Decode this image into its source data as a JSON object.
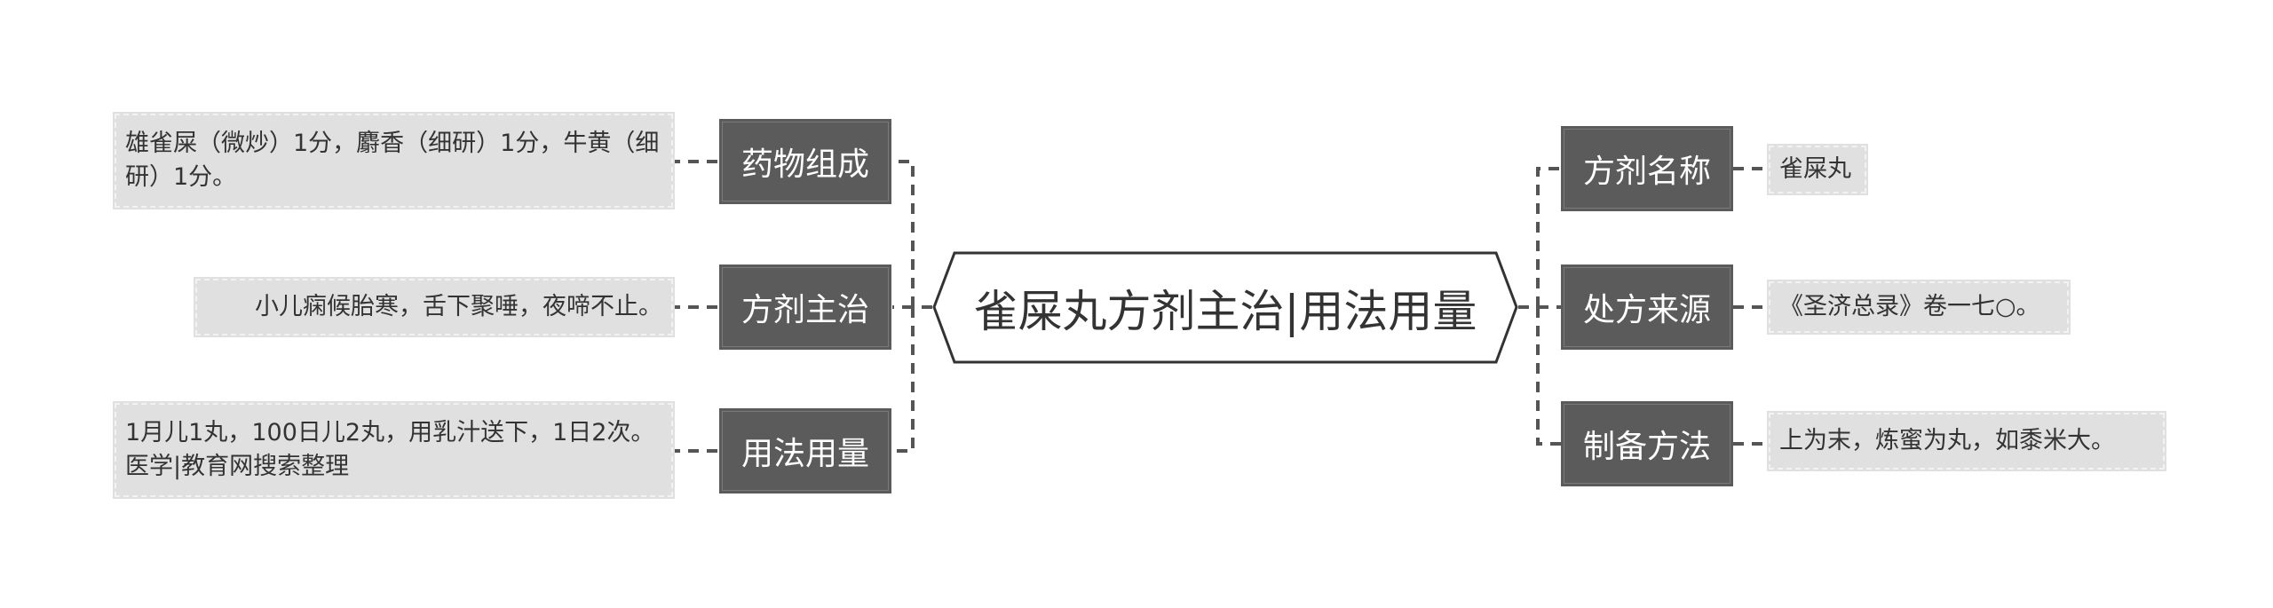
{
  "center": {
    "title": "雀屎丸方剂主治|用法用量"
  },
  "left_branches": [
    {
      "label": "药物组成",
      "detail": "雄雀屎（微炒）1分，麝香（细研）1分，牛黄（细研）1分。"
    },
    {
      "label": "方剂主治",
      "detail": "小儿痫候胎寒，舌下聚唾，夜啼不止。"
    },
    {
      "label": "用法用量",
      "detail": "1月儿1丸，100日儿2丸，用乳汁送下，1日2次。医学|教育网搜索整理"
    }
  ],
  "right_branches": [
    {
      "label": "方剂名称",
      "detail": "雀屎丸"
    },
    {
      "label": "处方来源",
      "detail": "《圣济总录》卷一七○。"
    },
    {
      "label": "制备方法",
      "detail": "上为末，炼蜜为丸，如黍米大。"
    }
  ],
  "colors": {
    "topic_bg": "#5b5b5b",
    "leaf_bg": "#e0e0e0",
    "line": "#555555",
    "text": "#333333"
  }
}
